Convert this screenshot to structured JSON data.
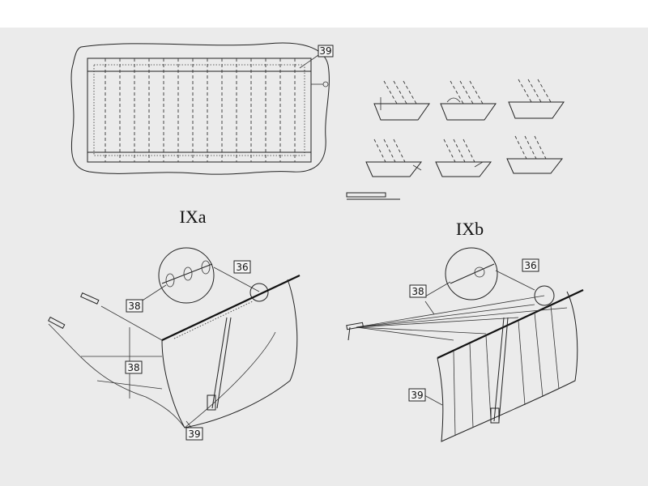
{
  "figures": {
    "top_sail": {
      "part_label": "39"
    },
    "ixa": {
      "title": "IXa",
      "labels": [
        "38",
        "36",
        "38",
        "39"
      ]
    },
    "ixb": {
      "title": "IXb",
      "labels": [
        "38",
        "36",
        "39"
      ]
    }
  }
}
